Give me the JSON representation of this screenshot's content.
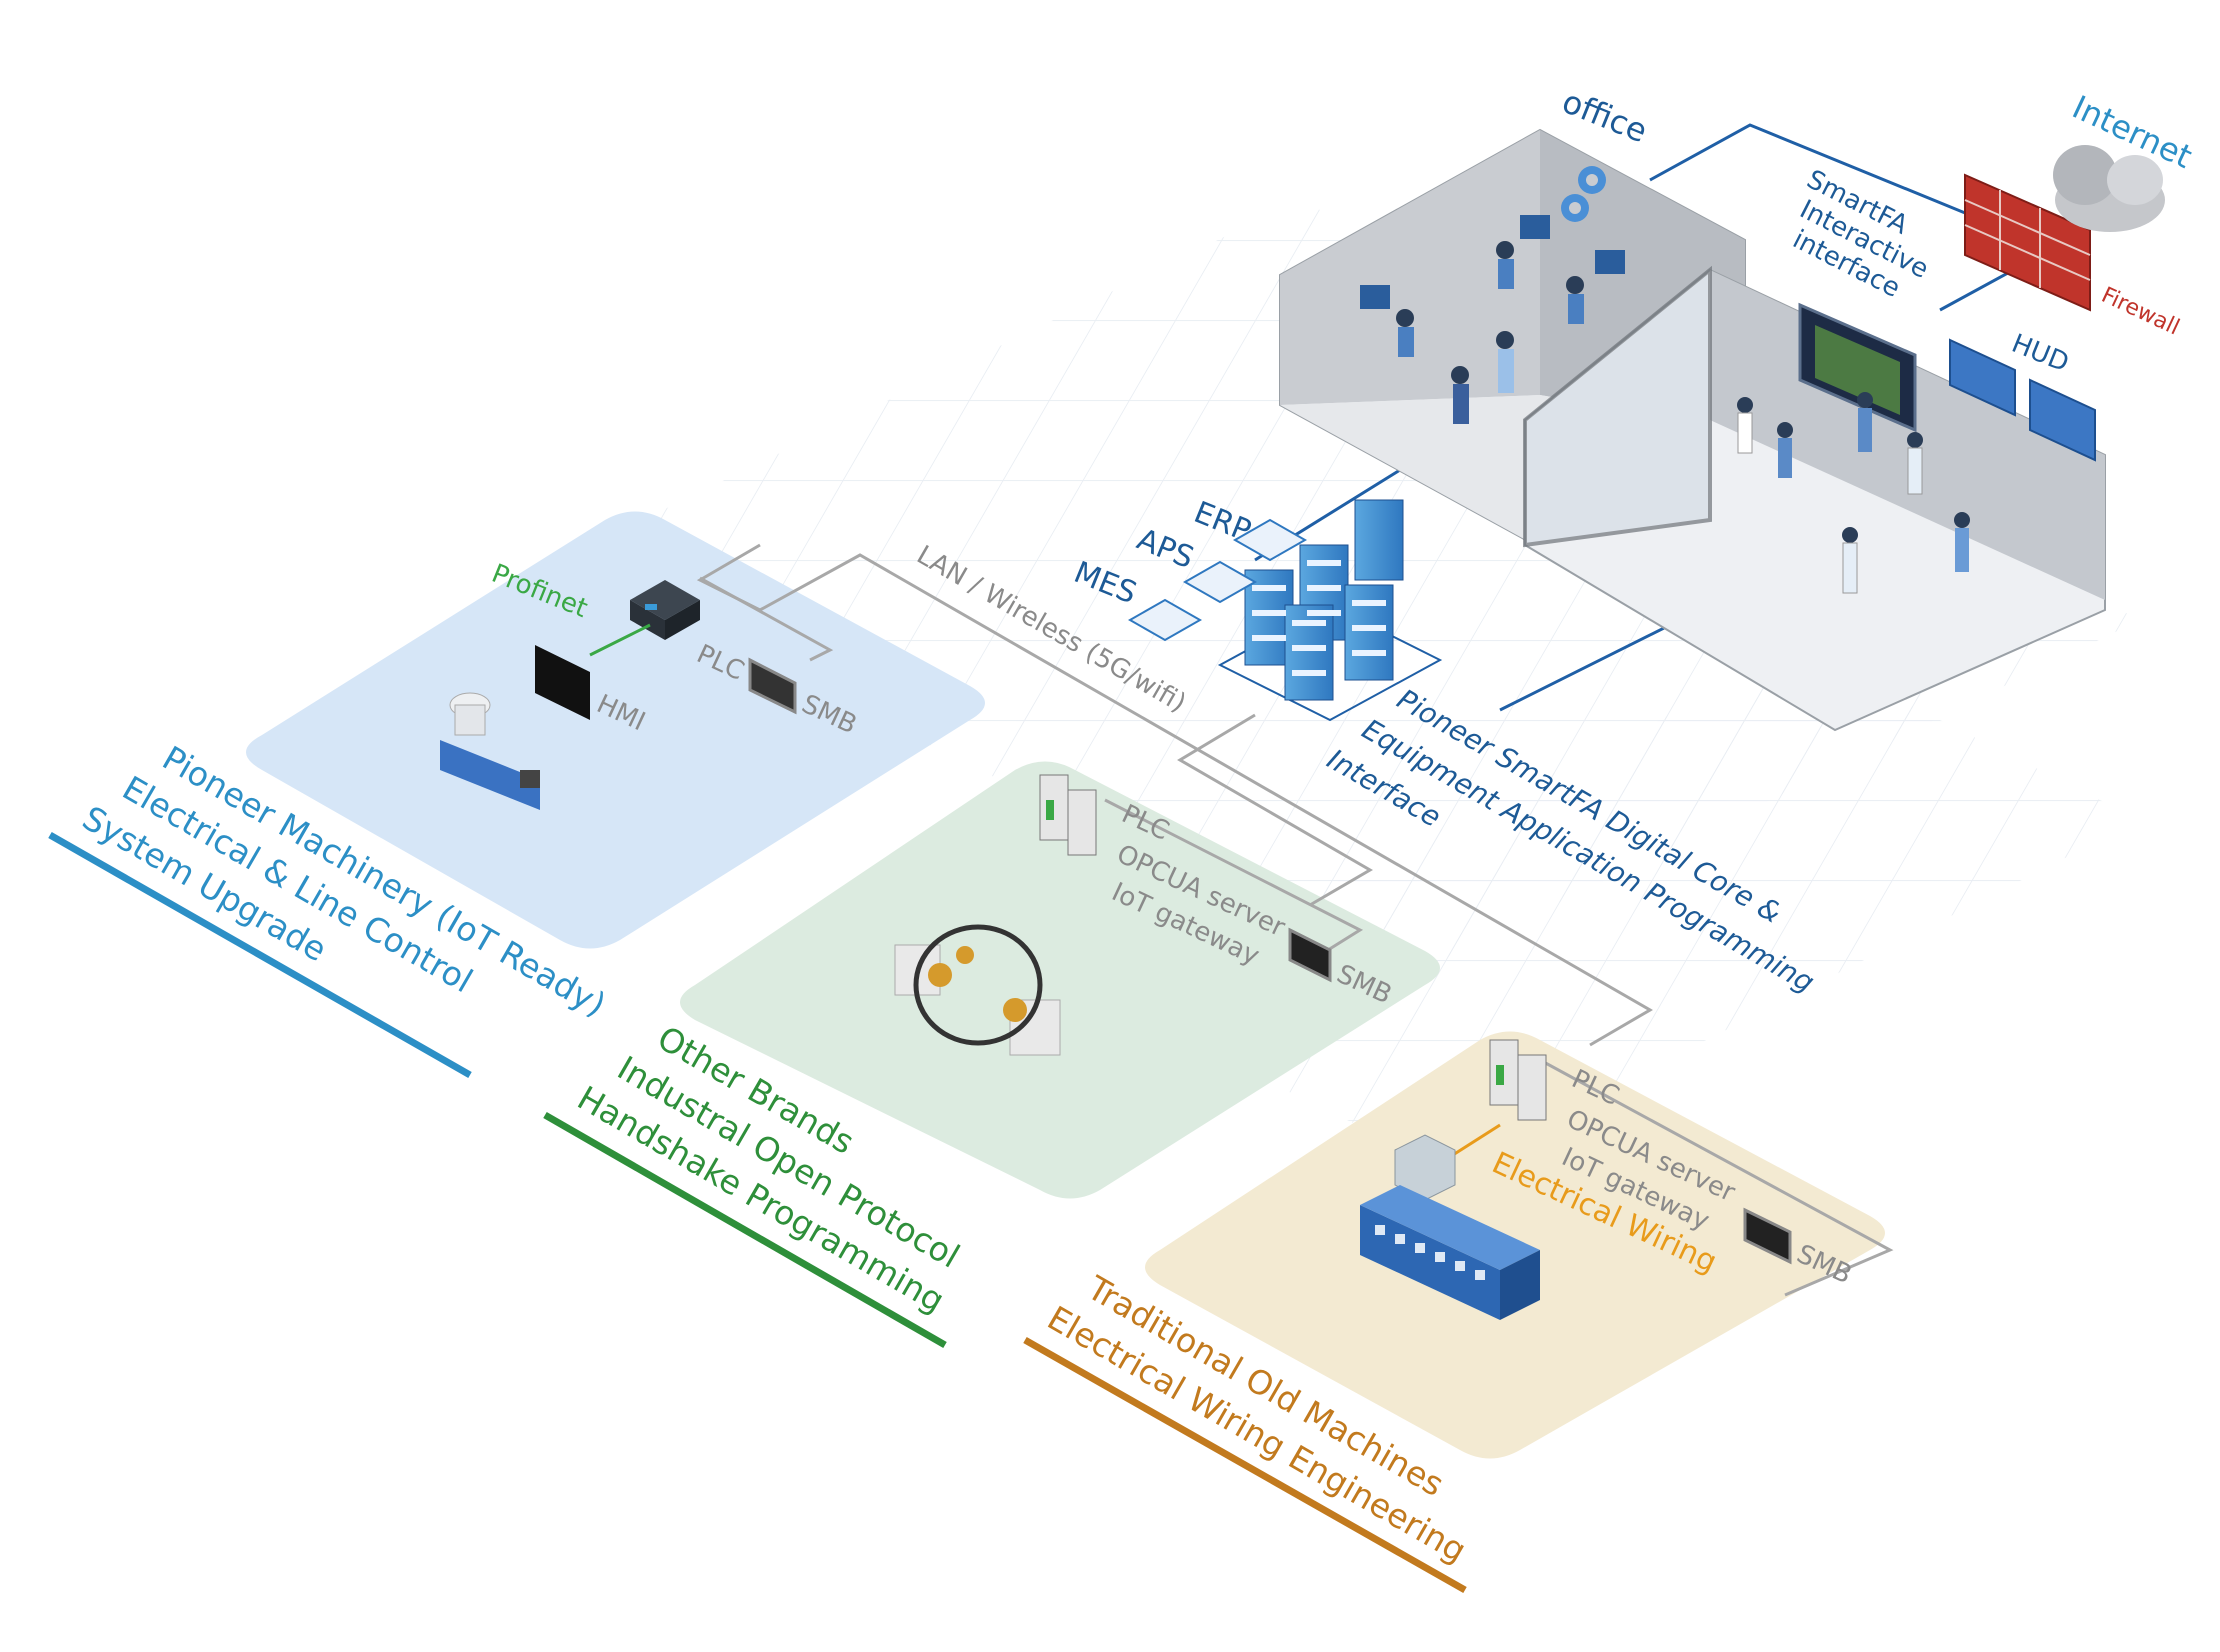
{
  "colors": {
    "blue_zone": "#d6e6f7",
    "green_zone": "#dcebe0",
    "tan_zone": "#f3ead2",
    "blue_text": "#2c8fc6",
    "green_text": "#2e8f3a",
    "orange_text": "#c27a1e",
    "dark_blue_text": "#1d5a96",
    "grey_text": "#8a8a8a",
    "network_line": "#1f5fa6",
    "grey_line": "#a8a8a8",
    "red_text": "#c0342b",
    "profinet_green": "#3aa845",
    "wiring_orange": "#e89b1b"
  },
  "network": {
    "lan_label": "LAN / Wireless (5G/wifi)"
  },
  "top": {
    "office_label": "office",
    "internet_label": "Internet",
    "firewall_label": "Firewall",
    "hud_label": "HUD",
    "smartfa_lines": [
      "SmartFA",
      "Interactive",
      "interface"
    ]
  },
  "core": {
    "erp": "ERP",
    "aps": "APS",
    "mes": "MES",
    "caption_lines": [
      "Pioneer SmartFA Digital Core &",
      "Equipment Application Programming",
      "Interface"
    ]
  },
  "zone_blue": {
    "profinet": "Profinet",
    "plc": "PLC",
    "hmi": "HMI",
    "smb": "SMB",
    "caption_lines": [
      "Pioneer Machinery (IoT Ready)",
      "Electrical & Line Control",
      "System Upgrade"
    ]
  },
  "zone_green": {
    "device_lines": [
      "PLC",
      "OPCUA server",
      "IoT gateway"
    ],
    "smb": "SMB",
    "caption_lines": [
      "Other Brands",
      "Industral Open Protocol",
      "Handshake Programming"
    ]
  },
  "zone_tan": {
    "device_lines": [
      "PLC",
      "OPCUA server",
      "IoT gateway"
    ],
    "wiring": "Electrical Wiring",
    "smb": "SMB",
    "caption_lines": [
      "Traditional Old Machines",
      "Electrical Wiring Engineering"
    ]
  }
}
